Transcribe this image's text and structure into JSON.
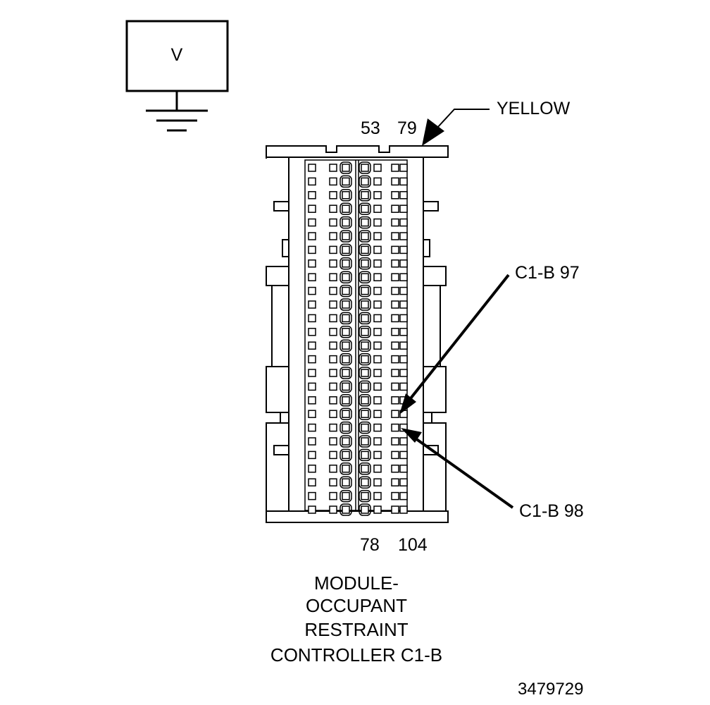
{
  "meter": {
    "symbol": "V"
  },
  "connector": {
    "color_label": "YELLOW",
    "top_pin_labels": [
      "53",
      "79"
    ],
    "bottom_pin_labels": [
      "78",
      "104"
    ],
    "callouts": [
      {
        "label": "C1-B 97"
      },
      {
        "label": "C1-B 98"
      }
    ],
    "title_lines": [
      "MODULE-",
      "OCCUPANT",
      "RESTRAINT",
      "CONTROLLER C1-B"
    ]
  },
  "figure_id": "3479729",
  "colors": {
    "line": "#000000",
    "background": "#ffffff"
  }
}
